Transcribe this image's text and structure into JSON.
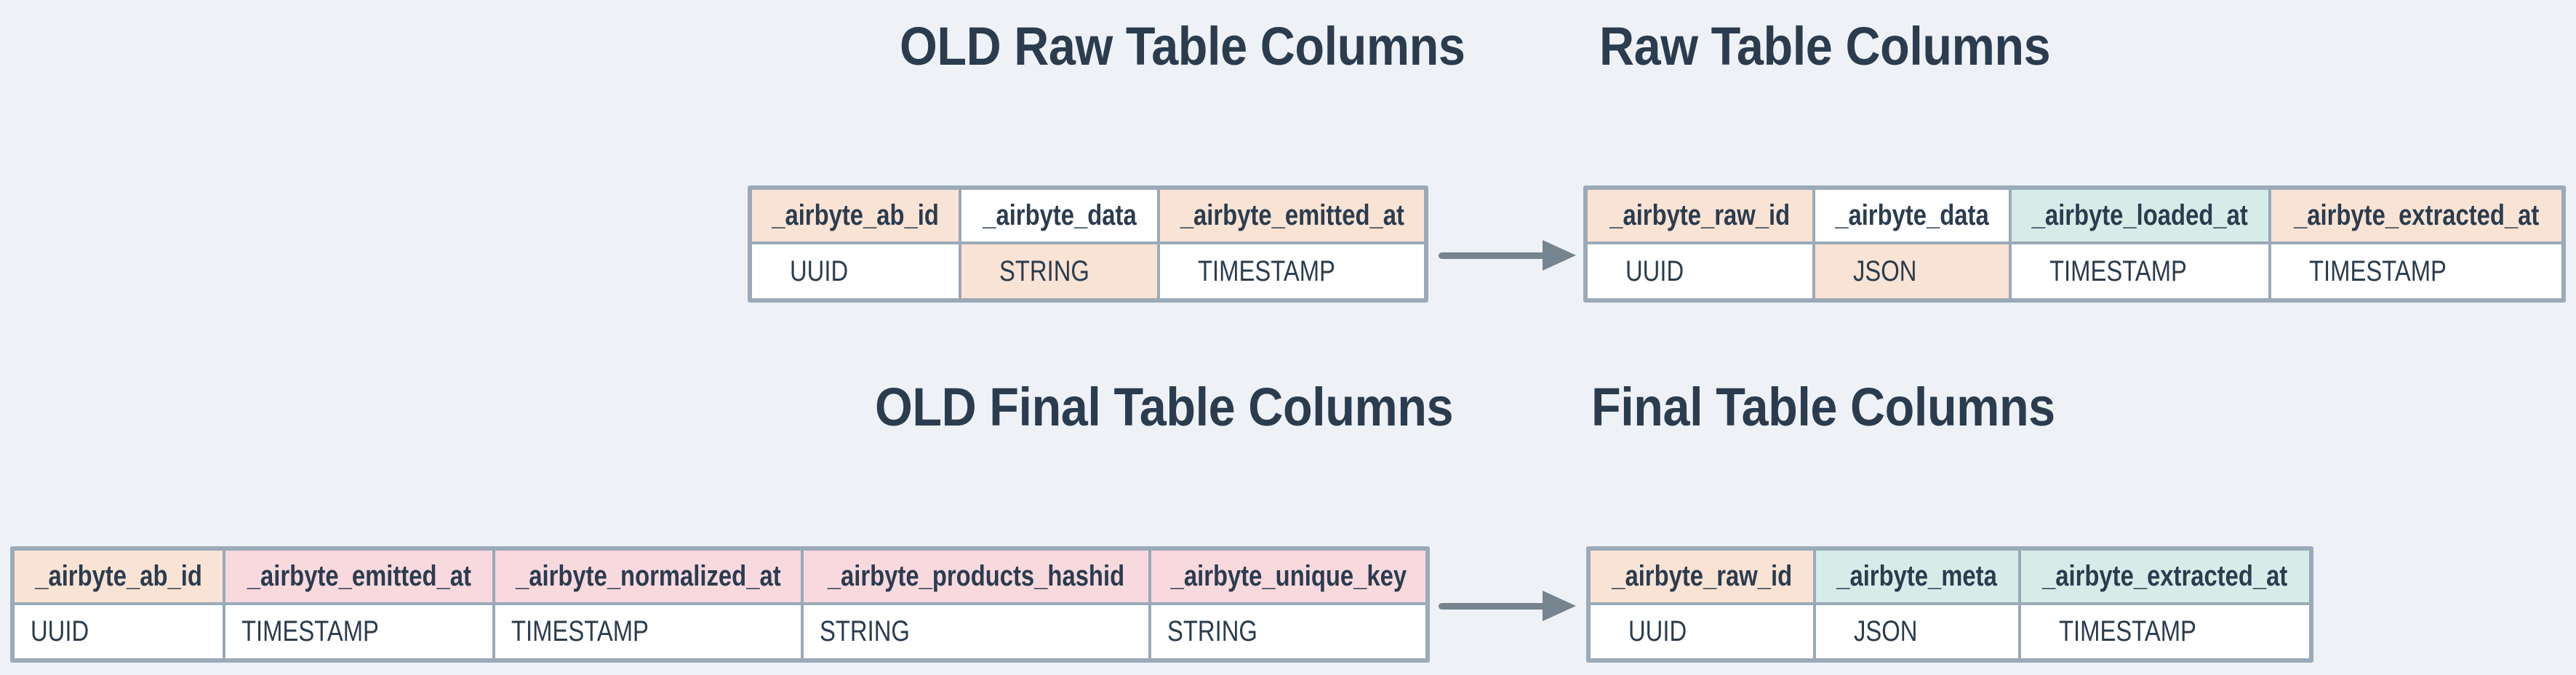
{
  "colors": {
    "bg": "#eef2f6",
    "ink": "#2b3c4e",
    "border": "#9aaab8",
    "arrow": "#75848f",
    "white": "#ffffff",
    "peach": "#f9e3d4",
    "pink": "#f8d9de",
    "teal": "#d6ece8"
  },
  "titles": {
    "old_raw": "OLD Raw Table Columns",
    "raw": "Raw Table Columns",
    "old_final": "OLD Final Table Columns",
    "final": "Final Table Columns"
  },
  "tables": {
    "old_raw": {
      "columns": [
        {
          "name": "_airbyte_ab_id",
          "type": "UUID"
        },
        {
          "name": "_airbyte_data",
          "type": "STRING"
        },
        {
          "name": "_airbyte_emitted_at",
          "type": "TIMESTAMP"
        }
      ]
    },
    "raw": {
      "columns": [
        {
          "name": "_airbyte_raw_id",
          "type": "UUID"
        },
        {
          "name": "_airbyte_data",
          "type": "JSON"
        },
        {
          "name": "_airbyte_loaded_at",
          "type": "TIMESTAMP"
        },
        {
          "name": "_airbyte_extracted_at",
          "type": "TIMESTAMP"
        }
      ]
    },
    "old_final": {
      "columns": [
        {
          "name": "_airbyte_ab_id",
          "type": "UUID"
        },
        {
          "name": "_airbyte_emitted_at",
          "type": "TIMESTAMP"
        },
        {
          "name": "_airbyte_normalized_at",
          "type": "TIMESTAMP"
        },
        {
          "name": "_airbyte_products_hashid",
          "type": "STRING"
        },
        {
          "name": "_airbyte_unique_key",
          "type": "STRING"
        }
      ]
    },
    "final": {
      "columns": [
        {
          "name": "_airbyte_raw_id",
          "type": "UUID"
        },
        {
          "name": "_airbyte_meta",
          "type": "JSON"
        },
        {
          "name": "_airbyte_extracted_at",
          "type": "TIMESTAMP"
        }
      ]
    }
  }
}
